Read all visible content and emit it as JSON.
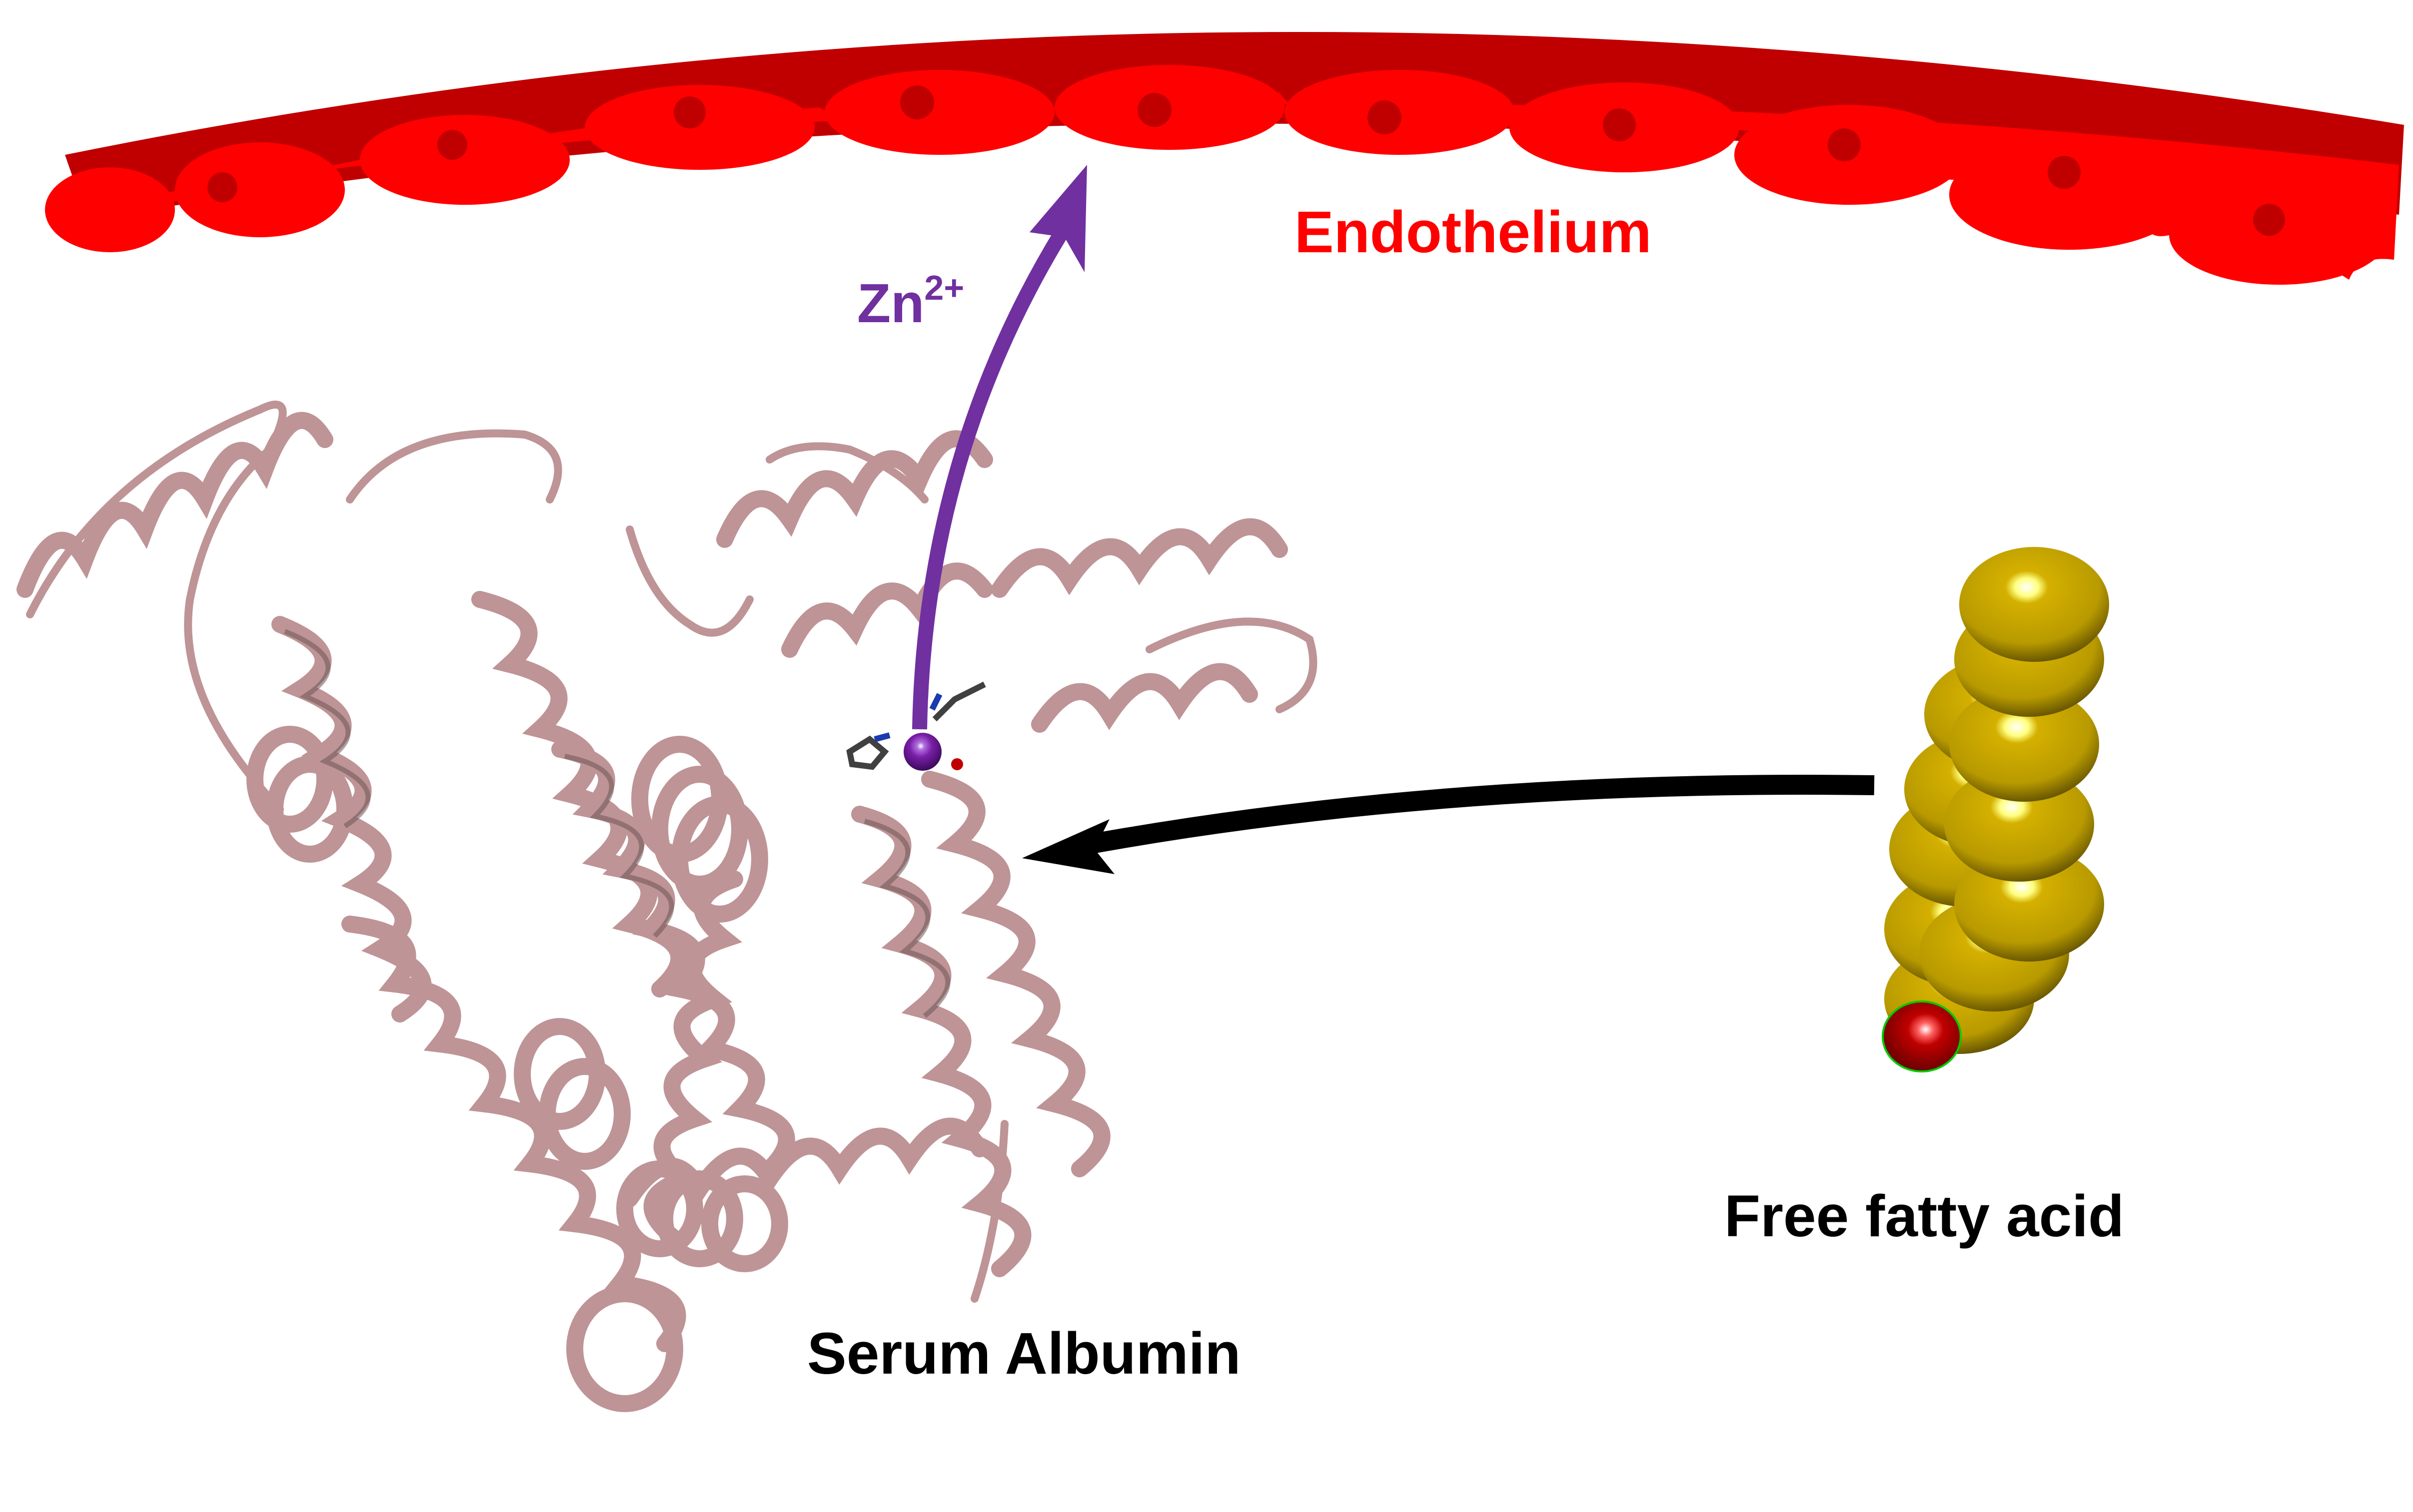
{
  "labels": {
    "endothelium": "Endothelium",
    "zinc_base": "Zn",
    "zinc_charge": "2+",
    "serum_albumin": "Serum Albumin",
    "free_fatty_acid": "Free fatty acid"
  },
  "colors": {
    "endothelium_dark": "#C00000",
    "endothelium_light": "#FF0000",
    "nucleus": "#C00000",
    "zinc_arrow": "#7030A0",
    "zinc_atom": "#7A1FA8",
    "protein_ribbon": "#BE9496",
    "protein_shadow": "#6E5556",
    "fatty_acid_carbon": "#C8A800",
    "fatty_acid_oxygen": "#C00000",
    "binding_arrow": "#000000",
    "label_text": "#000000"
  },
  "icons": {
    "zinc_release_arrow": "curved-arrow-up",
    "fatty_acid_binding_arrow": "arrow-left"
  }
}
